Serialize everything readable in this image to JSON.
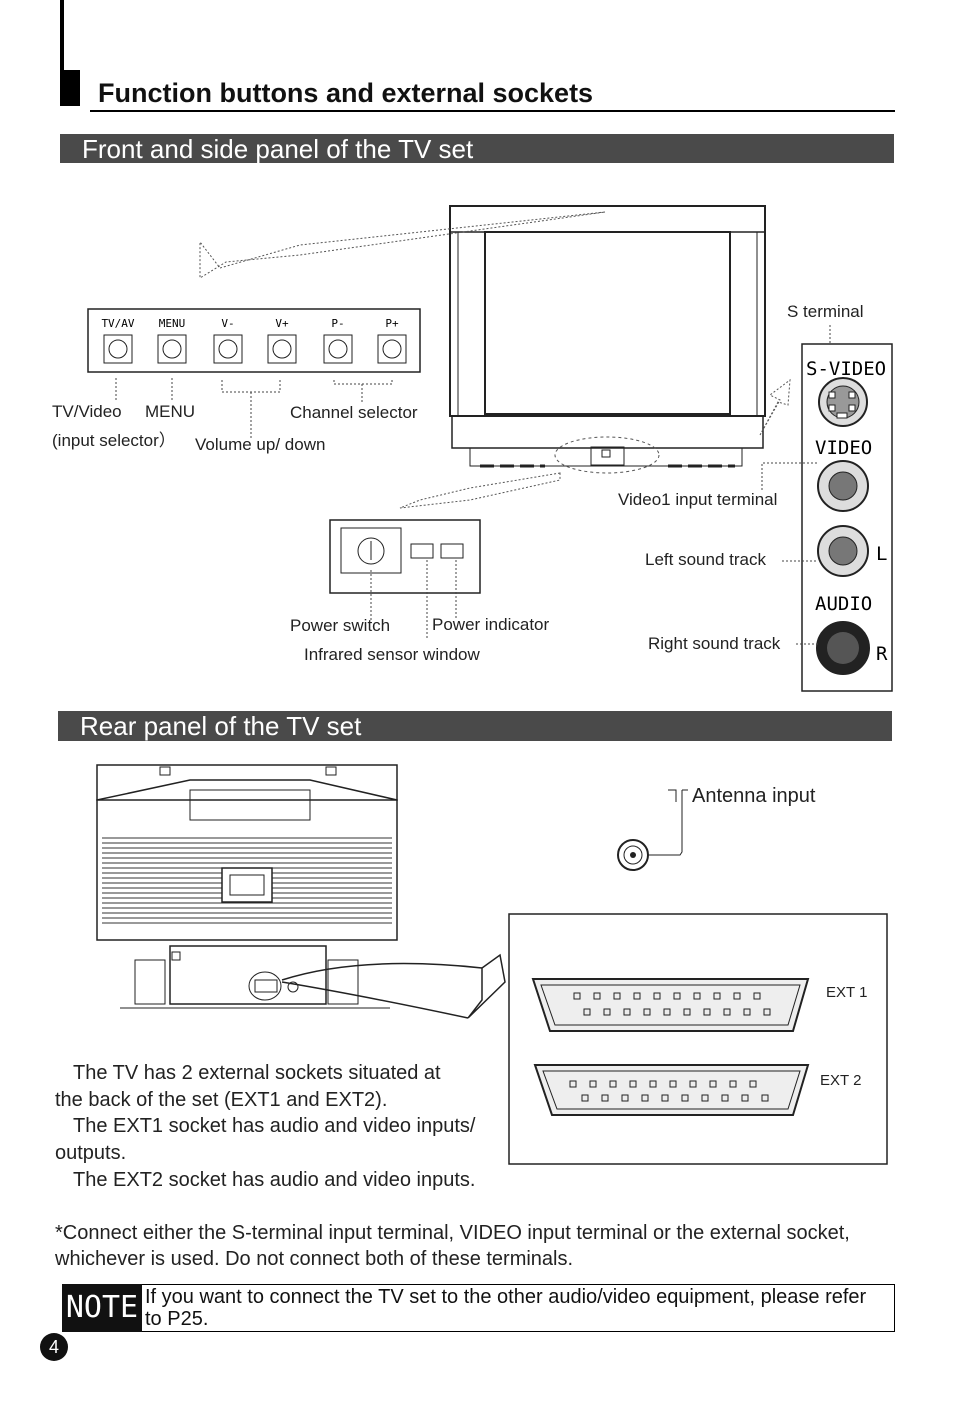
{
  "header": {
    "title": "Function buttons and external sockets"
  },
  "sections": {
    "front": "Front and side panel of the TV set",
    "rear": "Rear panel of the TV set"
  },
  "front_panel": {
    "buttons": [
      "TV/AV",
      "MENU",
      "V-",
      "V+",
      "P-",
      "P+"
    ],
    "labels": {
      "tv_video": "TV/Video",
      "input_selector": "(input selector）",
      "menu": "MENU",
      "volume": "Volume up/ down",
      "channel": "Channel selector",
      "power_switch": "Power switch",
      "power_indicator": "Power indicator",
      "infrared": "Infrared sensor window"
    }
  },
  "side_panel": {
    "s_terminal": "S terminal",
    "s_video": "S-VIDEO",
    "video": "VIDEO",
    "audio": "AUDIO",
    "l": "L",
    "r": "R",
    "video1": "Video1 input terminal",
    "left_sound": "Left sound track",
    "right_sound": "Right sound track"
  },
  "rear_panel": {
    "antenna": "Antenna input",
    "ext1": "EXT 1",
    "ext2": "EXT 2"
  },
  "body": {
    "p1a": "The TV has 2 external sockets situated at",
    "p1b": "the back of the set (EXT1 and EXT2).",
    "p2a": "The EXT1 socket has audio and video inputs/",
    "p2b": "outputs.",
    "p3": "The EXT2 socket has audio and video inputs.",
    "connect1": "*Connect either the S-terminal input terminal, VIDEO input terminal or the external socket,",
    "connect2": "whichever is used. Do not connect both of these terminals."
  },
  "note": {
    "tag": "NOTE",
    "text": " If you want to connect the TV set to the other audio/video equipment, please refer to P25."
  },
  "page_number": "4"
}
